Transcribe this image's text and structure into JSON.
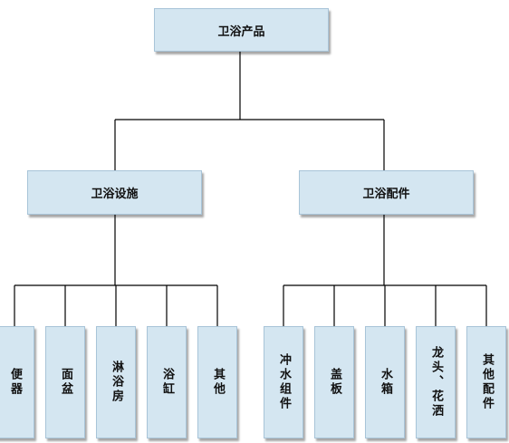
{
  "diagram": {
    "root": {
      "label": "卫浴产品"
    },
    "branches": [
      {
        "label": "卫浴设施",
        "children": [
          "便器",
          "面盆",
          "淋浴房",
          "浴缸",
          "其他"
        ]
      },
      {
        "label": "卫浴配件",
        "children": [
          "冲水组件",
          "盖板",
          "水箱",
          "龙头、花洒",
          "其他配件"
        ]
      }
    ],
    "colors": {
      "box_fill": "#d4e6f1",
      "box_border": "#a8c4d8",
      "connector": "#000000",
      "text": "#111111"
    }
  }
}
